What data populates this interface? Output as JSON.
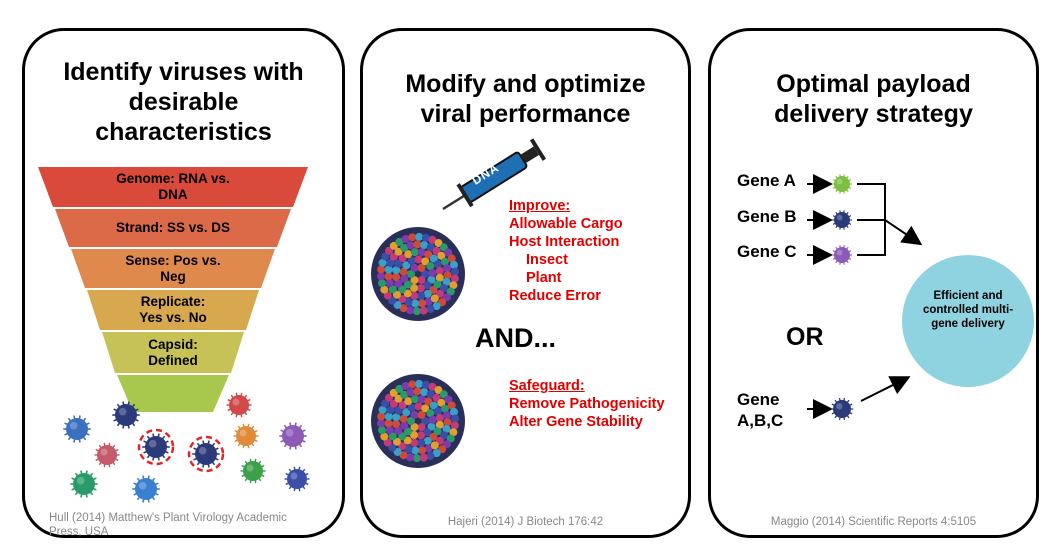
{
  "panels": [
    {
      "title": "Identify viruses with\ndesirable\ncharacteristics",
      "funnel": [
        {
          "label": "Genome: RNA vs.\nDNA",
          "color": "#d94a3a"
        },
        {
          "label": "Strand: SS vs. DS",
          "color": "#dc6a48"
        },
        {
          "label": "Sense: Pos vs.\nNeg",
          "color": "#e0894c"
        },
        {
          "label": "Replicate:\nYes vs. No",
          "color": "#d7a84e"
        },
        {
          "label": "Capsid:\nDefined",
          "color": "#c6c257"
        },
        {
          "label": "",
          "color": "#a7c84c"
        }
      ],
      "citation": "Hull (2014) Matthew's Plant Virology Academic\nPress, USA"
    },
    {
      "title": "Modify and optimize\nviral performance",
      "syringe_label": "DNA",
      "improve_heading": "Improve:",
      "improve_items": [
        "Allowable Cargo",
        "Host Interaction",
        "Insect",
        "Plant",
        "Reduce Error"
      ],
      "and_text": "AND...",
      "safeguard_heading": "Safeguard:",
      "safeguard_items": [
        "Remove Pathogenicity",
        "Alter Gene Stability"
      ],
      "citation": "Hajeri (2014) J Biotech 176:42"
    },
    {
      "title": "Optimal payload\ndelivery strategy",
      "genes": [
        "Gene A",
        "Gene B",
        "Gene C"
      ],
      "gene_colors": [
        "#7cc043",
        "#2b3a7a",
        "#8d5ab8"
      ],
      "or_text": "OR",
      "combined_gene": "Gene\nA,B,C",
      "outcome": "Efficient and\ncontrolled multi-\ngene delivery",
      "outcome_color": "#8fd3e0",
      "citation": "Maggio (2014) Scientific Reports 4:5105"
    }
  ],
  "colors": {
    "accent_red": "#e00000",
    "highlight_circle": "#e0262b",
    "virion_colors": [
      "#3b4fa8",
      "#c23a7a",
      "#e0a030",
      "#2b9a6a",
      "#7a3cb0",
      "#d04a3a",
      "#3aa0c8"
    ]
  }
}
